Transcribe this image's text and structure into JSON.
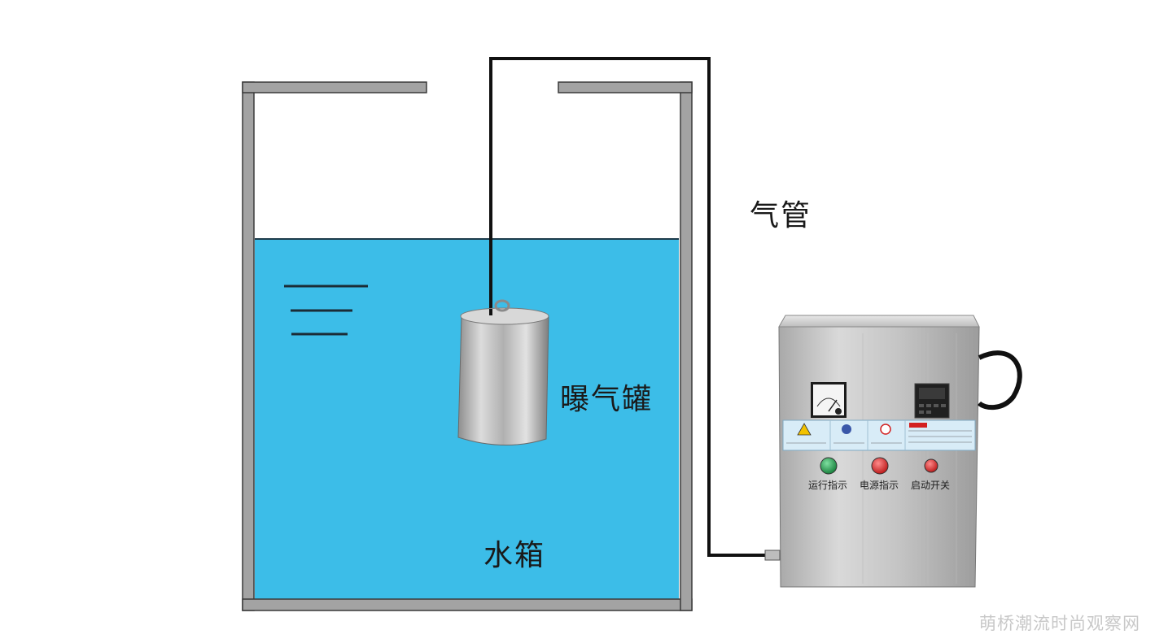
{
  "labels": {
    "air_pipe": "气管",
    "water_tank": "水箱",
    "aeration_tank": "曝气罐"
  },
  "control_box": {
    "indicators": [
      {
        "label": "运行指示",
        "color": "#1c8a43"
      },
      {
        "label": "电源指示",
        "color": "#d81e1e"
      },
      {
        "label": "启动开关",
        "color": "#e0341f"
      }
    ]
  },
  "watermark": "萌桥潮流时尚观察网",
  "colors": {
    "water": "#3cbde8",
    "tank_wall": "#9a9a9a",
    "pipe": "#111111",
    "steel": "#c9c9c9"
  }
}
